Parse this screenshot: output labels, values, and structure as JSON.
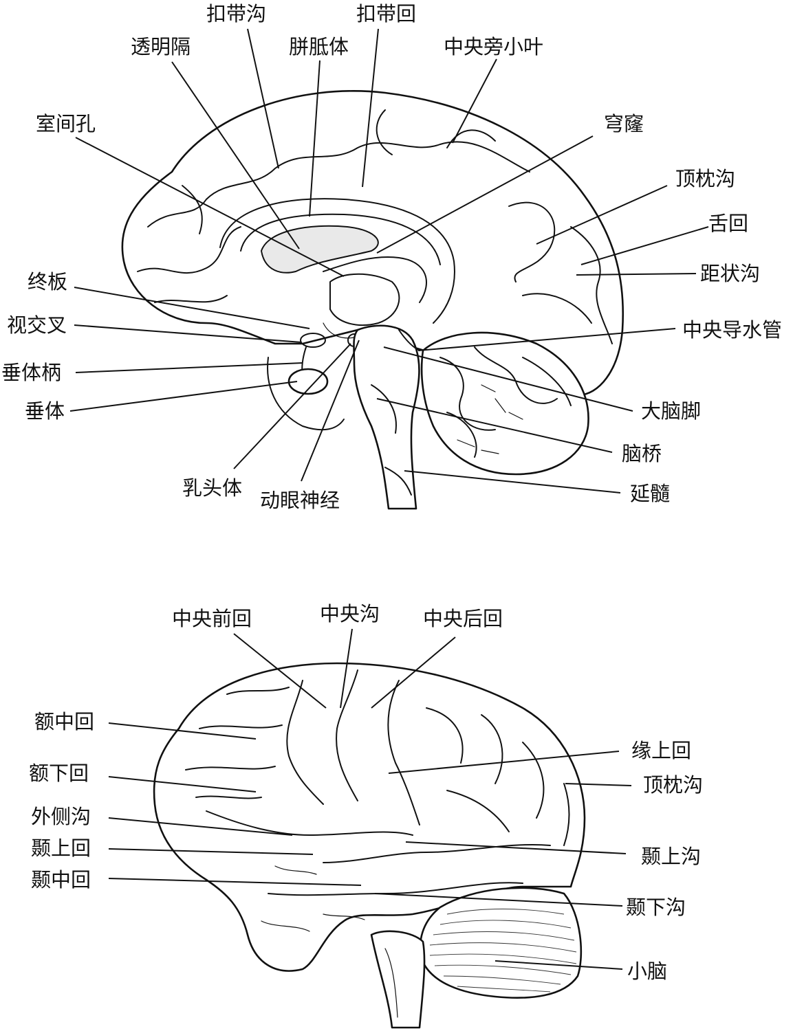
{
  "diagrams": {
    "sagittal": {
      "labels": {
        "cingulate_sulcus": "扣带沟",
        "cingulate_gyrus": "扣带回",
        "septum_pellucidum": "透明隔",
        "corpus_callosum": "胼胝体",
        "paracentral_lobule": "中央旁小叶",
        "interventricular_foramen": "室间孔",
        "fornix": "穹窿",
        "parieto_occipital_sulcus": "顶枕沟",
        "lingual_gyrus": "舌回",
        "calcarine_sulcus": "距状沟",
        "lamina_terminalis": "终板",
        "optic_chiasm": "视交叉",
        "cerebral_aqueduct": "中央导水管",
        "infundibulum": "垂体柄",
        "pituitary": "垂体",
        "cerebral_peduncle": "大脑脚",
        "pons": "脑桥",
        "mammillary_body": "乳头体",
        "oculomotor_nerve": "动眼神经",
        "medulla": "延髓"
      }
    },
    "lateral": {
      "labels": {
        "precentral_gyrus": "中央前回",
        "central_sulcus": "中央沟",
        "postcentral_gyrus": "中央后回",
        "middle_frontal_gyrus": "额中回",
        "supramarginal_gyrus": "缘上回",
        "inferior_frontal_gyrus": "额下回",
        "parieto_occipital_sulcus": "顶枕沟",
        "lateral_sulcus": "外侧沟",
        "superior_temporal_gyrus": "颞上回",
        "superior_temporal_sulcus": "颞上沟",
        "middle_temporal_gyrus": "颞中回",
        "inferior_temporal_sulcus": "颞下沟",
        "cerebellum": "小脑"
      }
    }
  }
}
